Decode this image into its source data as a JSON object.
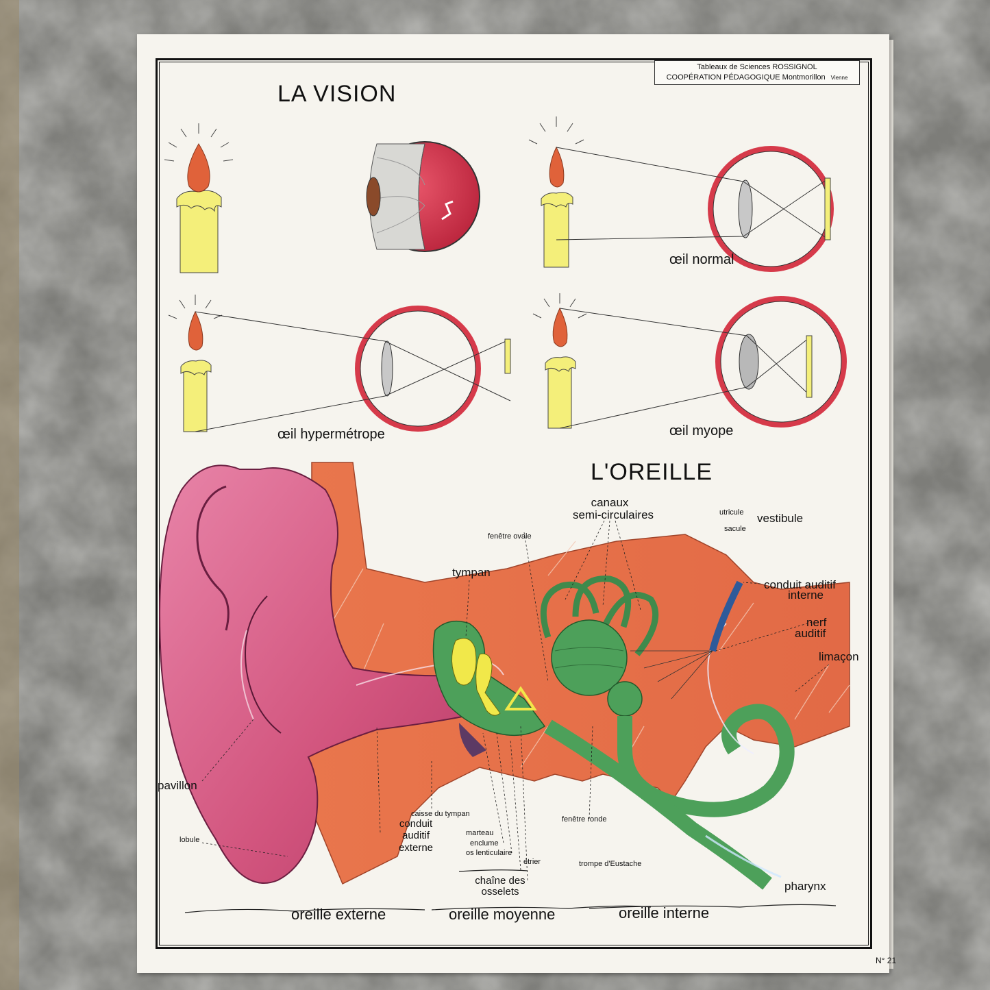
{
  "publisher": {
    "line1": "Tableaux de Sciences ROSSIGNOL",
    "line2": "COOPÉRATION PÉDAGOGIQUE Montmorillon",
    "line2_suffix": "Vienne"
  },
  "vision": {
    "title": "LA VISION",
    "captions": {
      "normal": "œil normal",
      "hypermetrope": "œil hypermétrope",
      "myope": "œil myope"
    }
  },
  "ear": {
    "title": "L'OREILLE",
    "labels": {
      "canaux": "canaux",
      "semi_circulaires": "semi-circulaires",
      "utricule": "utricule",
      "sacule": "sacule",
      "vestibule": "vestibule",
      "fenetre_ovale": "fenêtre ovale",
      "tympan": "tympan",
      "conduit_auditif_interne_1": "conduit auditif",
      "conduit_auditif_interne_2": "interne",
      "nerf": "nerf",
      "auditif": "auditif",
      "limacon": "limaçon",
      "pavillon": "pavillon",
      "lobule": "lobule",
      "caisse_du_tympan": "caisse du tympan",
      "conduit_auditif_externe_1": "conduit",
      "conduit_auditif_externe_2": "auditif",
      "conduit_auditif_externe_3": "externe",
      "marteau": "marteau",
      "enclume": "enclume",
      "os_lenticulaire": "os lenticulaire",
      "etrier": "étrier",
      "fenetre_ronde": "fenêtre ronde",
      "trompe": "trompe d'Eustache",
      "pharynx": "pharynx",
      "chaine_1": "chaîne des",
      "chaine_2": "osselets"
    },
    "regions": {
      "externe": "oreille externe",
      "moyenne": "oreille moyenne",
      "interne": "oreille interne"
    }
  },
  "plate_number": "N° 21",
  "colors": {
    "paper": "#f6f4ee",
    "eye_red": "#d63a4a",
    "candle_yellow": "#f4ef7a",
    "flame": "#e0623a",
    "ear_pink": "#d9638a",
    "tissue_orange": "#e8704a",
    "inner_ear_green": "#4da05a",
    "ossicle_yellow": "#f1e84a"
  }
}
